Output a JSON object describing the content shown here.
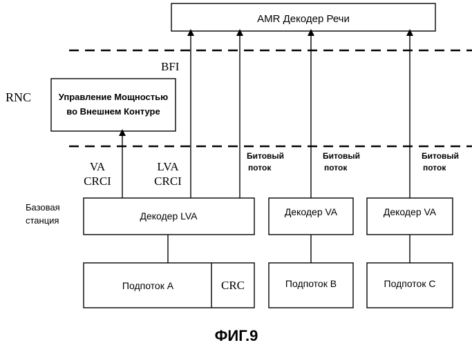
{
  "labels": {
    "amr_decoder": "AMR Декодер Речи",
    "bfi": "BFI",
    "rnc": "RNC",
    "power_control_line1": "Управление Мощностью",
    "power_control_line2": "во Внешнем Контуре",
    "va": "VA",
    "crci_left": "CRCI",
    "lva": "LVA",
    "crci_mid": "CRCI",
    "bitstream_line1": "Битовый",
    "bitstream_line2": "поток",
    "base_station_line1": "Базовая",
    "base_station_line2": "станция",
    "lva_decoder": "Декодер LVA",
    "va_decoder": "Декодер VA",
    "substream_a": "Подпоток А",
    "crc": "CRC",
    "substream_b": "Подпоток В",
    "substream_c": "Подпоток С",
    "figure_caption": "ФИГ.9"
  }
}
